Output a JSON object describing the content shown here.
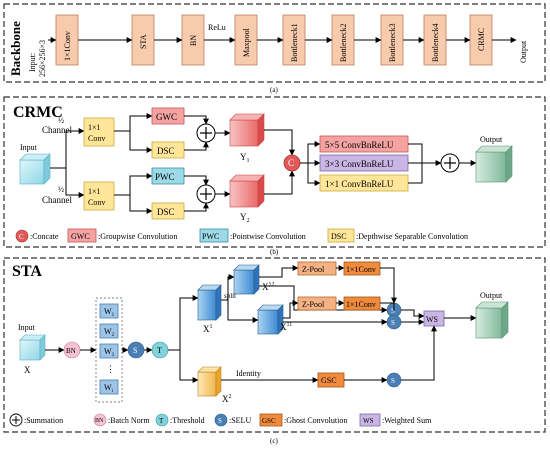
{
  "backbone": {
    "title": "Backbone",
    "input_label": "Input:",
    "input_size": "256×256×3",
    "blocks": [
      "1×1Conv",
      "STA",
      "BN",
      "Maxpool",
      "Bottleneck1",
      "Bottleneck2",
      "Bottleneck3",
      "Bottleneck4",
      "CRMC"
    ],
    "relu_label": "ReLu",
    "output_label": "Output",
    "caption": "(a)"
  },
  "crmc": {
    "title": "CRMC",
    "input_label": "Input",
    "half_top": "½",
    "half_bottom": "½",
    "channel_top": "Channel",
    "channel_bottom": "Channel",
    "conv_top": "1×1\nConv",
    "conv_top_l1": "1×1",
    "conv_top_l2": "Conv",
    "conv_bottom_l1": "1×1",
    "conv_bottom_l2": "Conv",
    "gwc": "GWC",
    "dsc_top": "DSC",
    "pwc": "PWC",
    "dsc_bottom": "DSC",
    "y1": "Y",
    "y1_sub": "1",
    "y2": "Y",
    "y2_sub": "2",
    "concat_symbol": "C",
    "conv5": "5×5 ConvBnReLU",
    "conv3": "3×3 ConvBnReLU",
    "conv1": "1×1 ConvBnReLU",
    "output_label": "Output",
    "caption": "(b)",
    "legend": {
      "c_symbol": "C",
      "c_text": ":Concate",
      "gwc_symbol": "GWC",
      "gwc_text": ":Groupwise Convolution",
      "pwc_symbol": "PWC",
      "pwc_text": ":Pointwise Convolution",
      "dsc_symbol": "DSC",
      "dsc_text": ":Depthwise Separable Convolution"
    }
  },
  "sta": {
    "title": "STA",
    "input_label": "Input",
    "x_label": "X",
    "bn": "BN",
    "weights": [
      "W",
      "W",
      "W",
      "⋮",
      "W"
    ],
    "weight_subs": [
      "1",
      "2",
      "3",
      "",
      "i"
    ],
    "s_symbol": "S",
    "t_symbol": "T",
    "split_label": "split",
    "x1": "X",
    "x1_sup": "1",
    "x12": "X",
    "x12_sup": "12",
    "x11": "X",
    "x11_sup": "11",
    "x2": "X",
    "x2_sup": "2",
    "identity_label": "Identity",
    "zpool_top": "Z-Pool",
    "zpool_bottom": "Z-Pool",
    "conv_top": "1×1Conv",
    "conv_bottom": "1×1Conv",
    "gsc": "GSC",
    "ws": "WS",
    "output_label": "Output",
    "caption": "(c)",
    "legend": {
      "sum_text": ":Summation",
      "bn_symbol": "BN",
      "bn_text": ":Batch Norm",
      "t_symbol": "T",
      "t_text": ":Threshold",
      "s_symbol": "S",
      "s_text": ":SELU",
      "gsc_symbol": "GSC",
      "gsc_text": ":Ghost Convolution",
      "ws_symbol": "WS",
      "ws_text": ":Weighted Sum"
    }
  }
}
